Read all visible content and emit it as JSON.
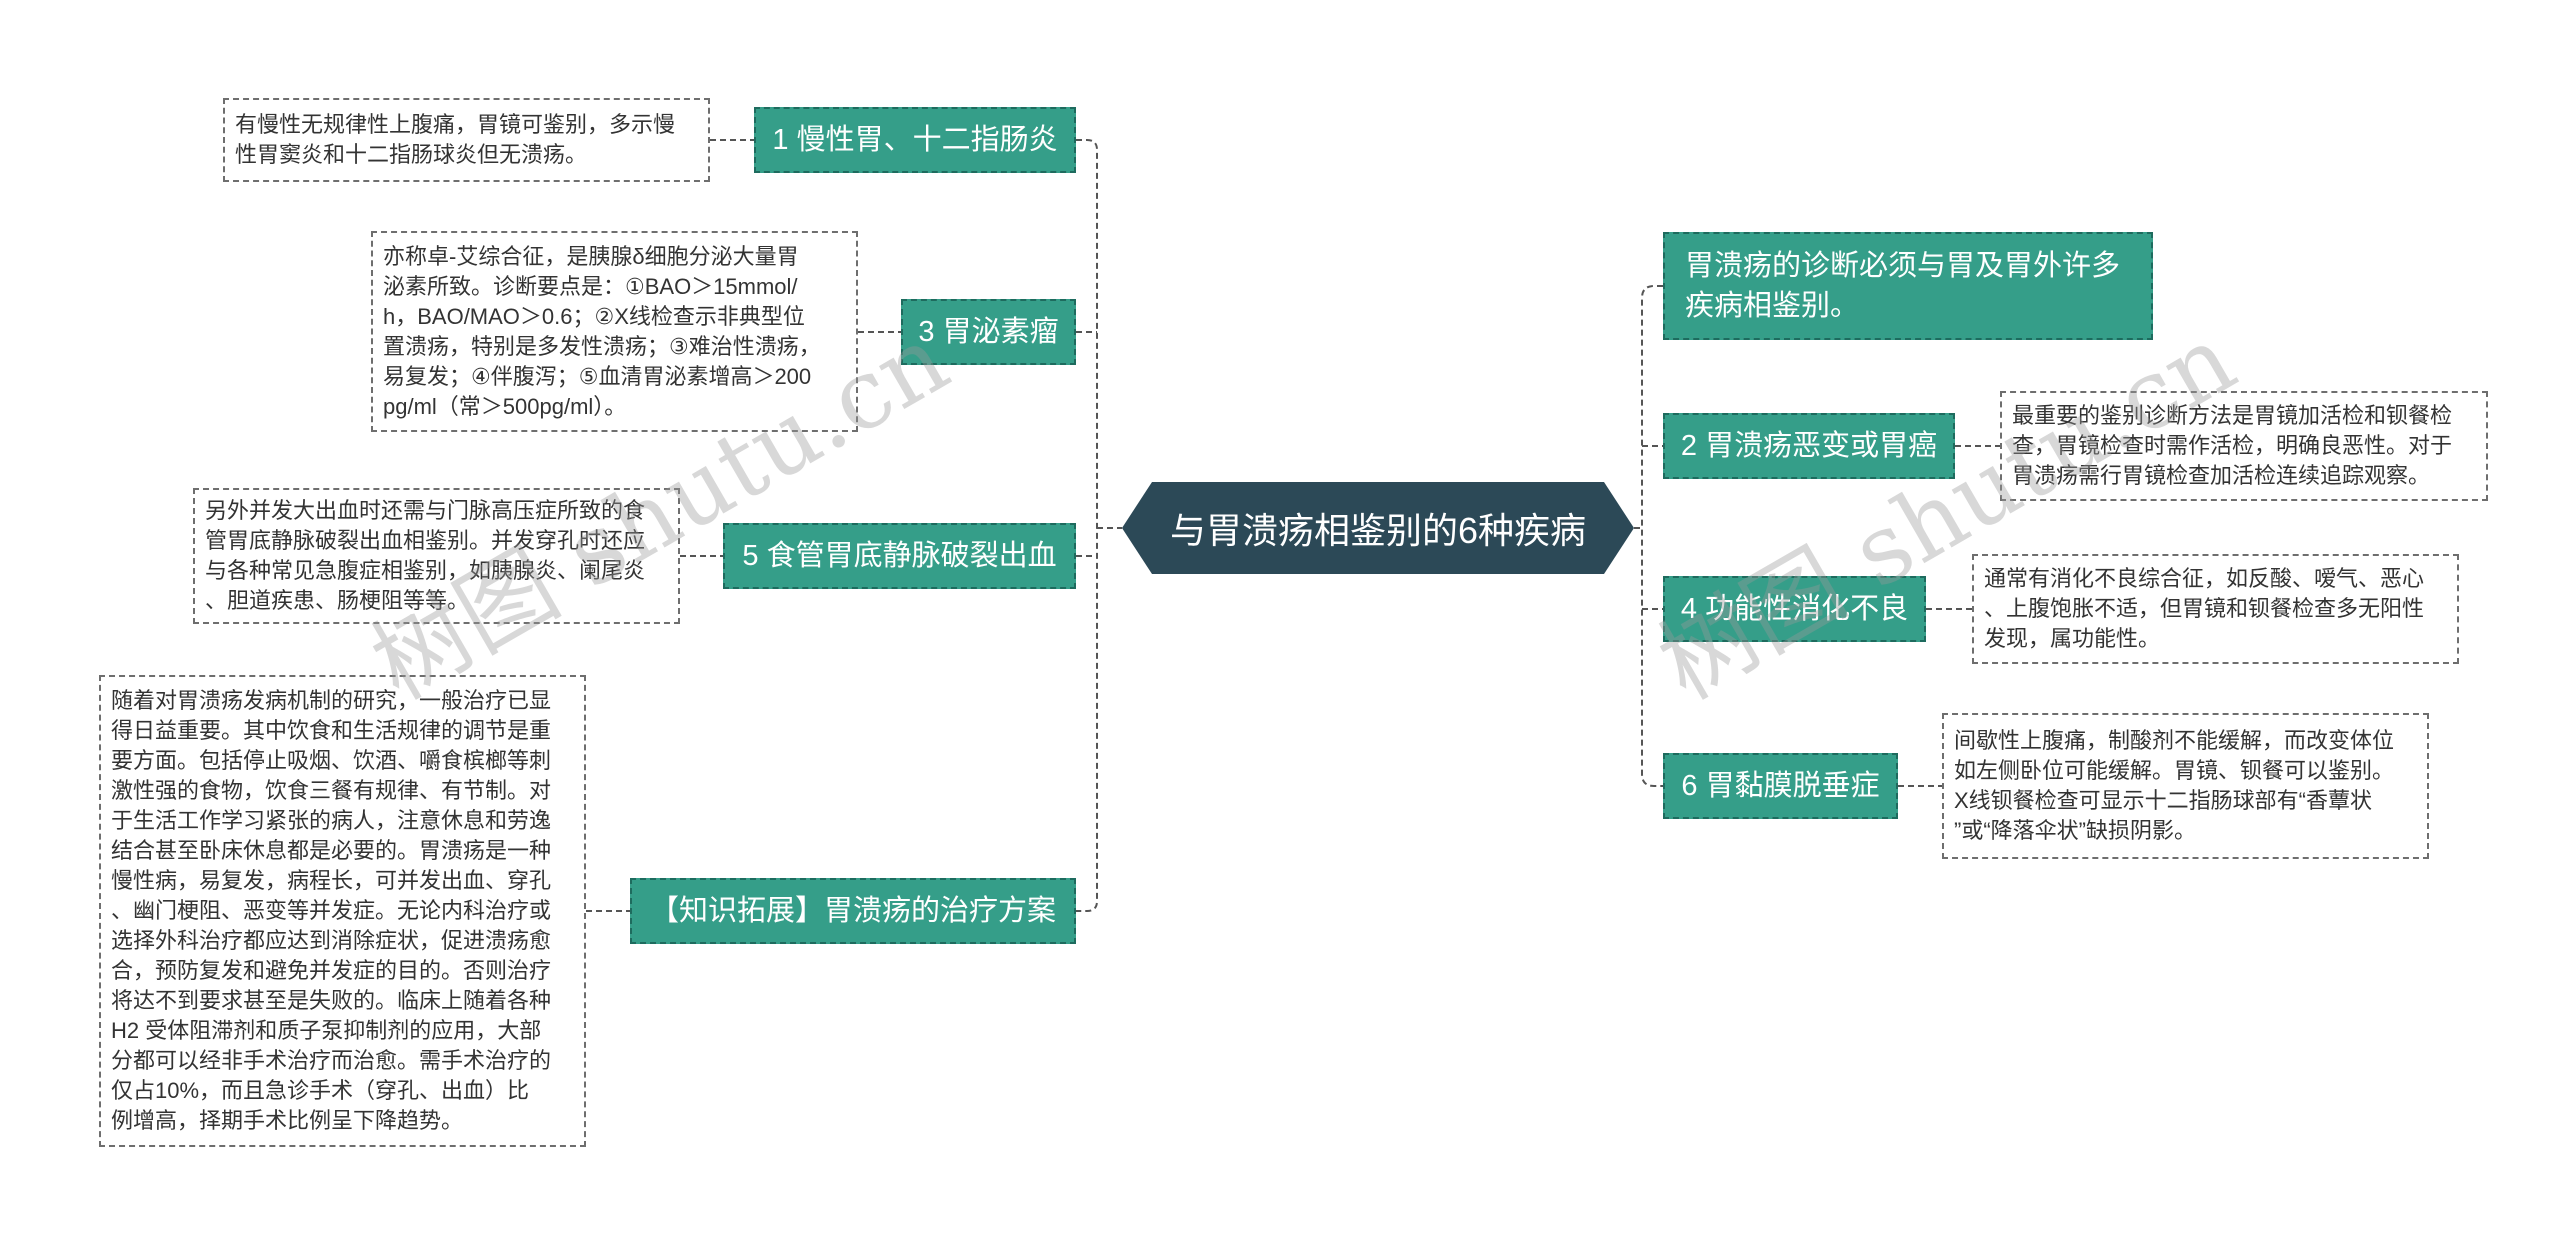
{
  "theme": {
    "central_fill": "#2c4957",
    "branch_fill": "#359e89",
    "branch_border": "#1e6b5e",
    "branch_text": "#ffffff",
    "note_border": "#6e6e6e",
    "note_text": "#333333",
    "connector": "#555555",
    "watermark": "#9a9a9a"
  },
  "mindmap": {
    "central": "与胃溃疡相鉴别的6种疾病",
    "left": [
      {
        "label": "1 慢性胃、十二指肠炎",
        "note": "有慢性无规律性上腹痛，胃镜可鉴别，多示慢\n性胃窦炎和十二指肠球炎但无溃疡。"
      },
      {
        "label": "3 胃泌素瘤",
        "note": "亦称卓-艾综合征，是胰腺δ细胞分泌大量胃\n泌素所致。诊断要点是：①BAO＞15mmol/\nh，BAO/MAO＞0.6；②X线检查示非典型位\n置溃疡，特别是多发性溃疡；③难治性溃疡，\n易复发；④伴腹泻；⑤血清胃泌素增高＞200\npg/ml（常＞500pg/ml）。"
      },
      {
        "label": "5 食管胃底静脉破裂出血",
        "note": "另外并发大出血时还需与门脉高压症所致的食\n管胃底静脉破裂出血相鉴别。并发穿孔时还应\n与各种常见急腹症相鉴别，如胰腺炎、阑尾炎\n、胆道疾患、肠梗阻等等。"
      },
      {
        "label": "【知识拓展】胃溃疡的治疗方案",
        "note": "随着对胃溃疡发病机制的研究，一般治疗已显\n得日益重要。其中饮食和生活规律的调节是重\n要方面。包括停止吸烟、饮酒、嚼食槟榔等刺\n激性强的食物，饮食三餐有规律、有节制。对\n于生活工作学习紧张的病人，注意休息和劳逸\n结合甚至卧床休息都是必要的。胃溃疡是一种\n慢性病，易复发，病程长，可并发出血、穿孔\n、幽门梗阻、恶变等并发症。无论内科治疗或\n选择外科治疗都应达到消除症状，促进溃疡愈\n合，预防复发和避免并发症的目的。否则治疗\n将达不到要求甚至是失败的。临床上随着各种\nH2 受体阻滞剂和质子泵抑制剂的应用，大部\n分都可以经非手术治疗而治愈。需手术治疗的\n仅占10%，而且急诊手术（穿孔、出血）比\n例增高，择期手术比例呈下降趋势。"
      }
    ],
    "right": [
      {
        "label": "胃溃疡的诊断必须与胃及胃外许多\n疾病相鉴别。"
      },
      {
        "label": "2 胃溃疡恶变或胃癌",
        "note": "最重要的鉴别诊断方法是胃镜加活检和钡餐检\n查，胃镜检查时需作活检，明确良恶性。对于\n胃溃疡需行胃镜检查加活检连续追踪观察。"
      },
      {
        "label": "4 功能性消化不良",
        "note": "通常有消化不良综合征，如反酸、嗳气、恶心\n、上腹饱胀不适，但胃镜和钡餐检查多无阳性\n发现，属功能性。"
      },
      {
        "label": "6 胃黏膜脱垂症",
        "note": "间歇性上腹痛，制酸剂不能缓解，而改变体位\n如左侧卧位可能缓解。胃镜、钡餐可以鉴别。\nX线钡餐检查可显示十二指肠球部有“香蕈状\n”或“降落伞状”缺损阴影。"
      }
    ]
  },
  "watermark": "树图 shutu.cn"
}
